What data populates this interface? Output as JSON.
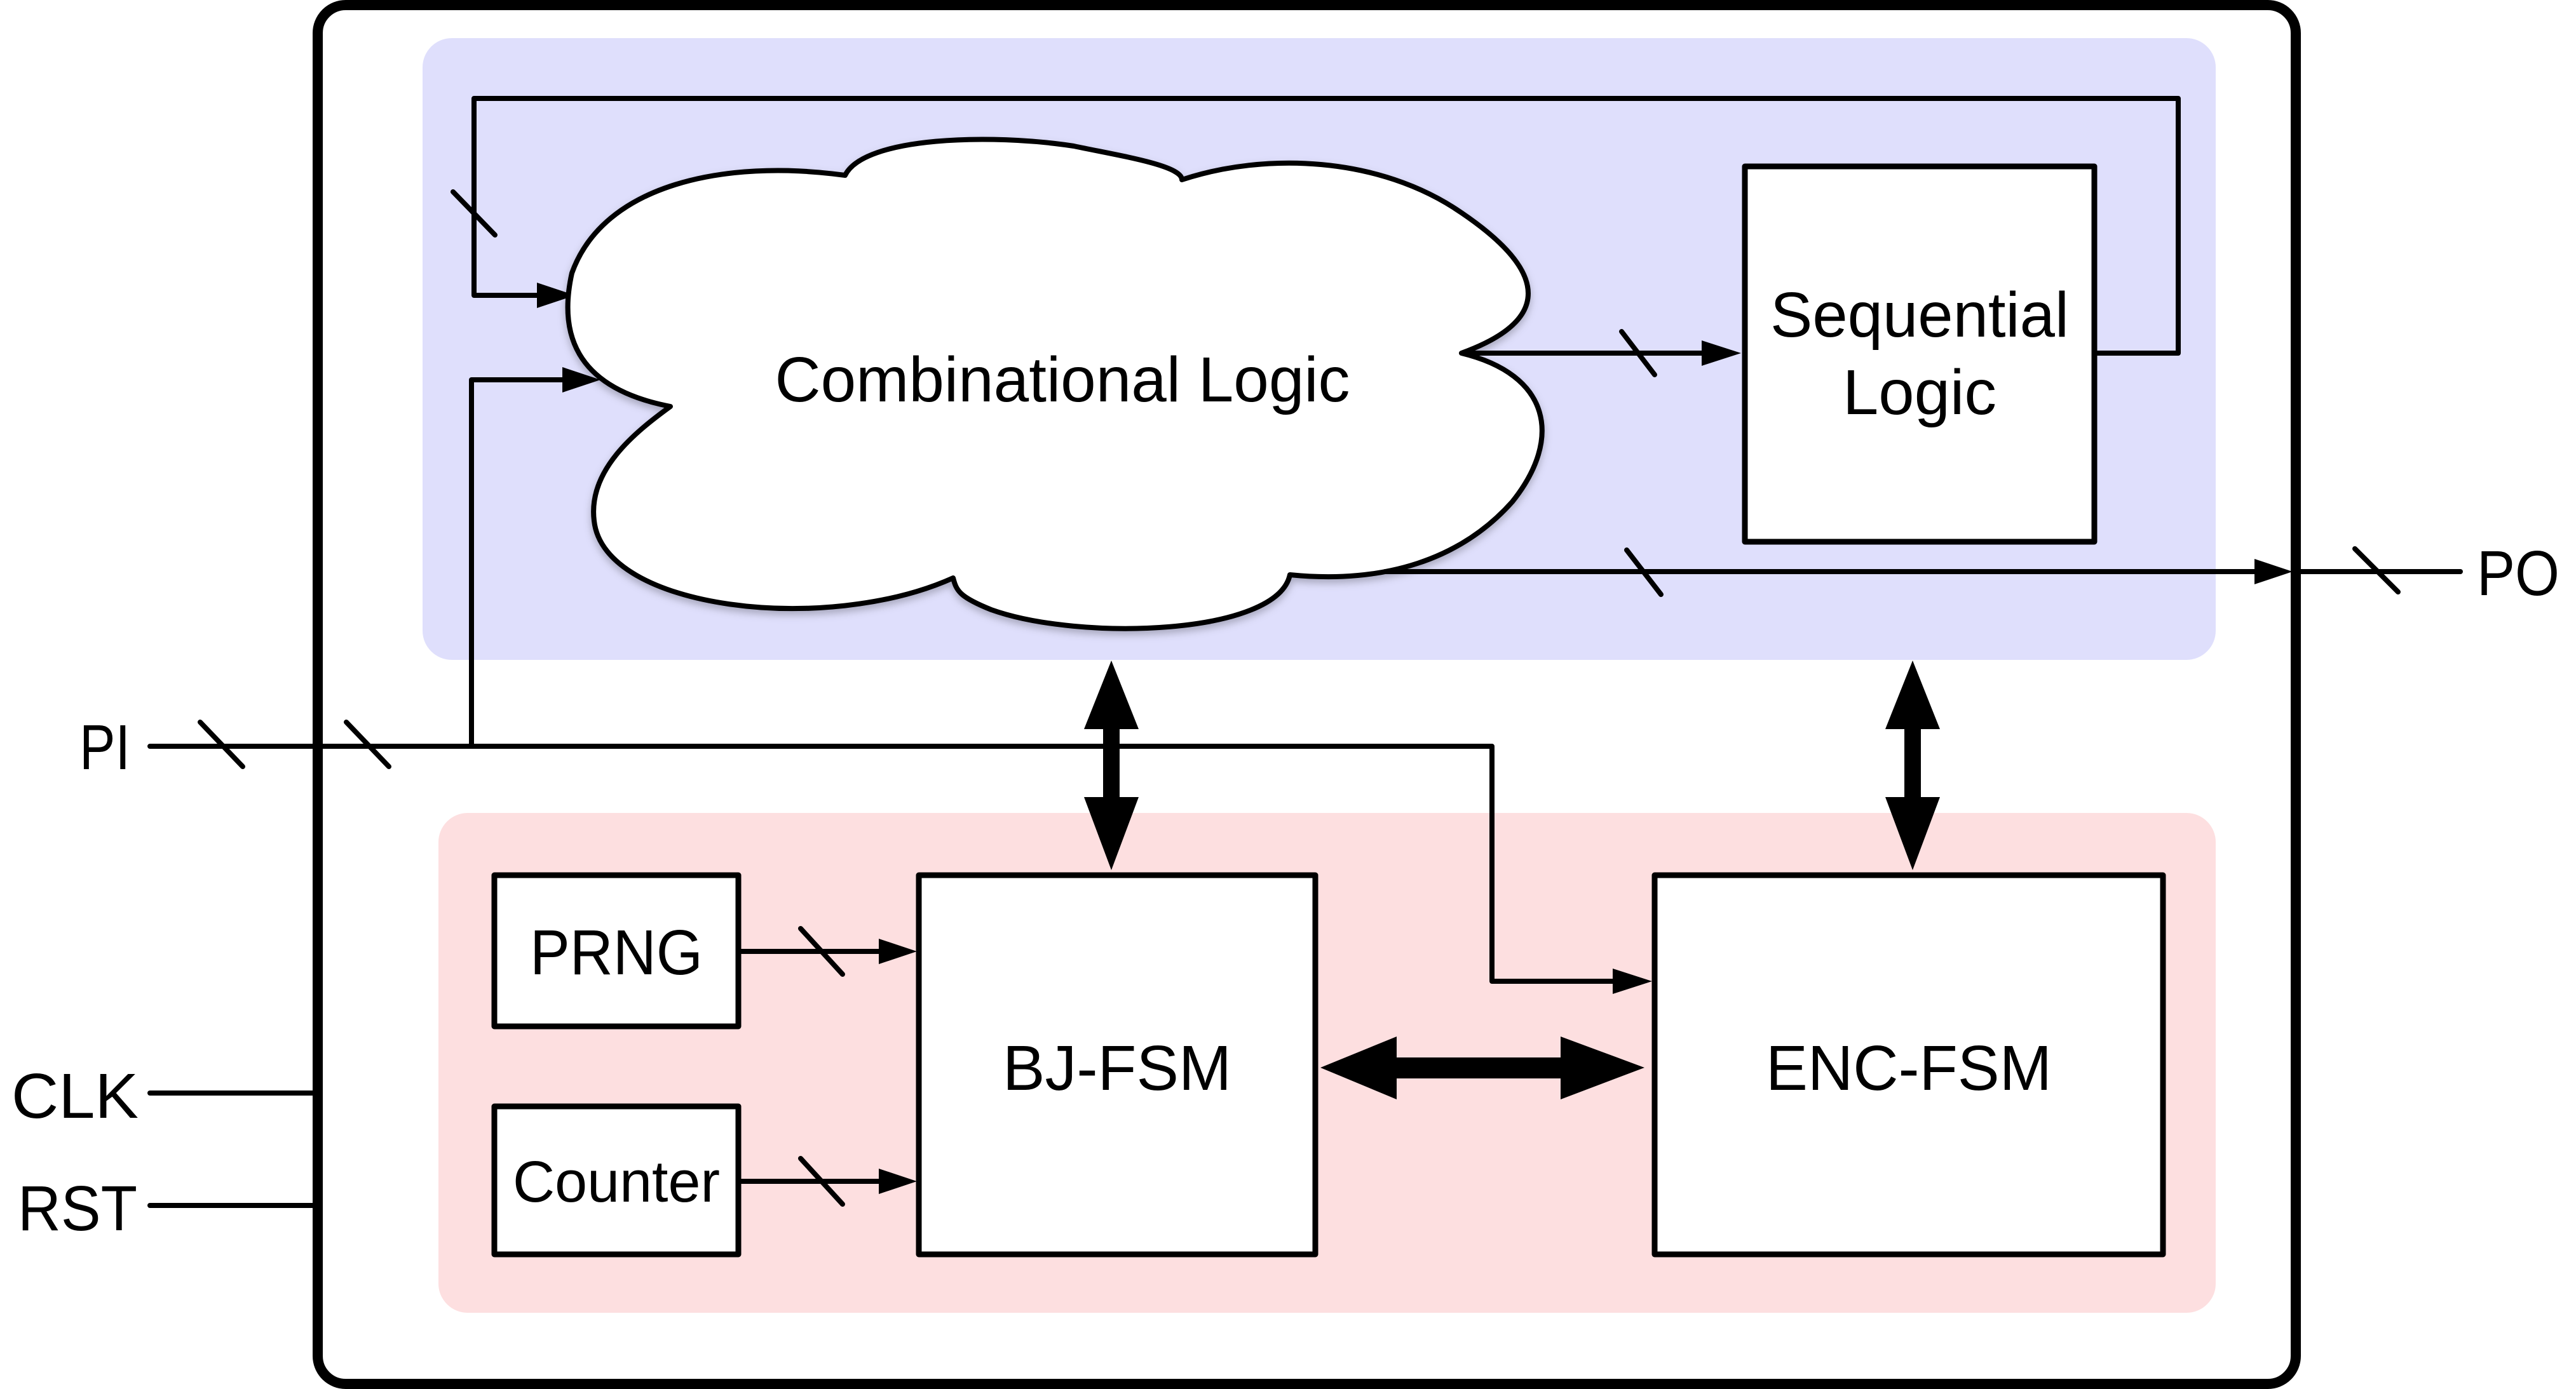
{
  "colors": {
    "datapath_region": "#DFDFFC",
    "fsm_region": "#FDDFE0",
    "outline": "#000000",
    "block_fill": "#FFFFFF"
  },
  "ports": {
    "primary_input": "PI",
    "primary_output": "PO",
    "clock": "CLK",
    "reset": "RST"
  },
  "datapath": {
    "combinational": "Combinational Logic",
    "sequential_line1": "Sequential",
    "sequential_line2": "Logic"
  },
  "control": {
    "prng": "PRNG",
    "counter": "Counter",
    "bj_fsm": "BJ-FSM",
    "enc_fsm": "ENC-FSM"
  }
}
